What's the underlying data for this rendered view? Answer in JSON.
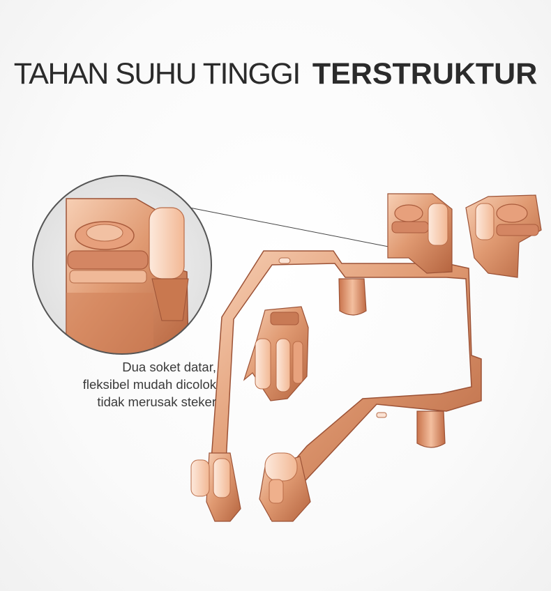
{
  "headline": {
    "light_text": "TAHAN SUHU TINGGI",
    "bold_text": "TERSTRUKTUR"
  },
  "caption": {
    "line1": "Dua soket datar,",
    "line2": "fleksibel mudah dicolok",
    "line3": "tidak merusak steker"
  },
  "colors": {
    "copper": "#d98a63",
    "copper_dark": "#a8583a",
    "copper_light": "#f6c9ad",
    "background": "#f7f7f7",
    "text": "#2b2b2b"
  }
}
